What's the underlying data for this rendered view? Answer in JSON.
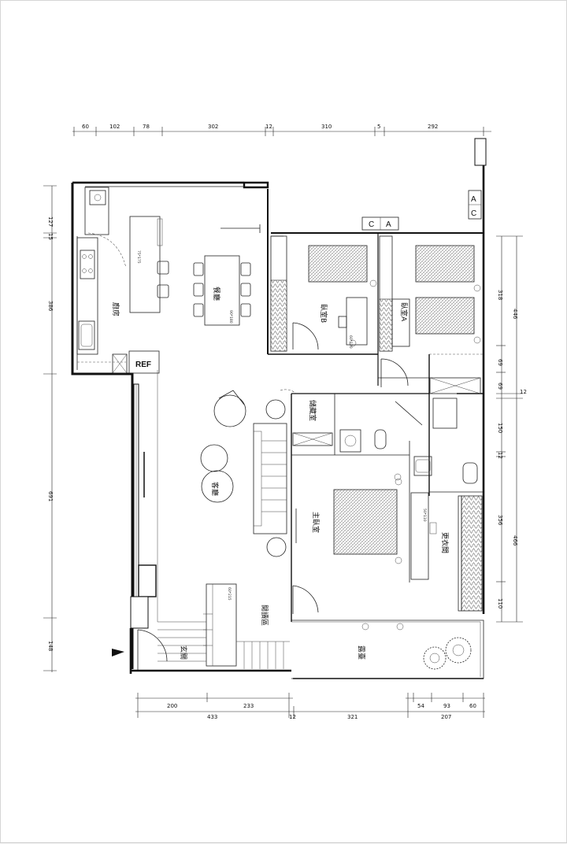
{
  "rooms": {
    "kitchen": "廚房",
    "dining": "餐廳",
    "living": "客廳",
    "bedroom_b": "臥室B",
    "bedroom_a": "臥室A",
    "storage": "儲藏室",
    "master": "主臥室",
    "closet": "更衣間",
    "foyer": "玄關",
    "reading": "閱讀區",
    "terrace": "露臺",
    "ref": "REF"
  },
  "markers": {
    "a": "A",
    "c": "C"
  },
  "furniture_notes": {
    "kitchen_counter": "75*175",
    "dining_table": "90*180",
    "desk_b": "60*120",
    "master_desk": "50*110",
    "reading_desk": "60*215"
  },
  "dimensions": {
    "top": [
      "60",
      "102",
      "78",
      "302",
      "12",
      "310",
      "5",
      "292"
    ],
    "left": [
      "127",
      "15",
      "386",
      "691",
      "148"
    ],
    "right_outer": [
      "446",
      "12",
      "466"
    ],
    "right_inner": [
      "318",
      "69",
      "69",
      "150",
      "12",
      "356",
      "110"
    ],
    "bottom_row1": [
      "200",
      "233",
      "54",
      "93",
      "60"
    ],
    "bottom_row2": [
      "433",
      "12",
      "321",
      "207"
    ]
  },
  "colors": {
    "line": "#111111",
    "hatch": "#555555"
  }
}
